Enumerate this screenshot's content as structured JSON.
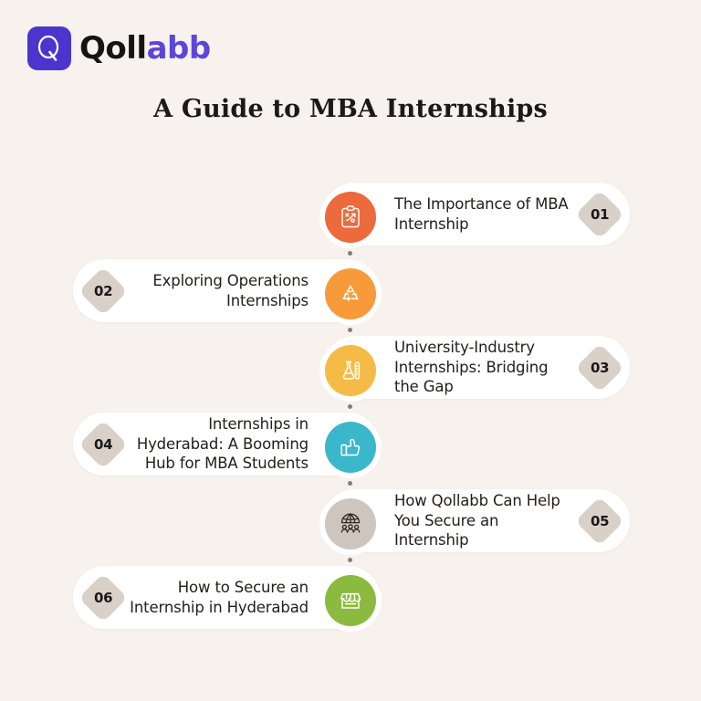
{
  "brand": {
    "mark_icon": "qollabb-q-logo-icon",
    "mark_color": "#4B35CE",
    "wordmark_part1": "Qoll",
    "wordmark_part2": "abb",
    "wordmark_part1_color": "#151515",
    "wordmark_part2_color": "#5B46DC"
  },
  "page": {
    "title": "A Guide to MBA Internships",
    "background_color": "#F7F2EE"
  },
  "timeline": {
    "items": [
      {
        "number": "01",
        "text": "The Importance of MBA Internship",
        "side": "right",
        "icon": "clipboard-strategy-icon",
        "icon_color": "#EC6A3C"
      },
      {
        "number": "02",
        "text": "Exploring Operations Internships",
        "side": "left",
        "icon": "recycle-icon",
        "icon_color": "#F79B3A"
      },
      {
        "number": "03",
        "text": "University-Industry Internships: Bridging the Gap",
        "side": "right",
        "icon": "lab-flask-icon",
        "icon_color": "#F5BB47"
      },
      {
        "number": "04",
        "text": "Internships in Hyderabad: A Booming Hub for MBA Students",
        "side": "left",
        "icon": "thumbs-up-icon",
        "icon_color": "#3BB7CC"
      },
      {
        "number": "05",
        "text": "How Qollabb Can Help You Secure an Internship",
        "side": "right",
        "icon": "globe-people-icon",
        "icon_color": "#CEC6BE"
      },
      {
        "number": "06",
        "text": "How to Secure an Internship in Hyderabad",
        "side": "left",
        "icon": "storefront-icon",
        "icon_color": "#8CB93F"
      }
    ]
  }
}
